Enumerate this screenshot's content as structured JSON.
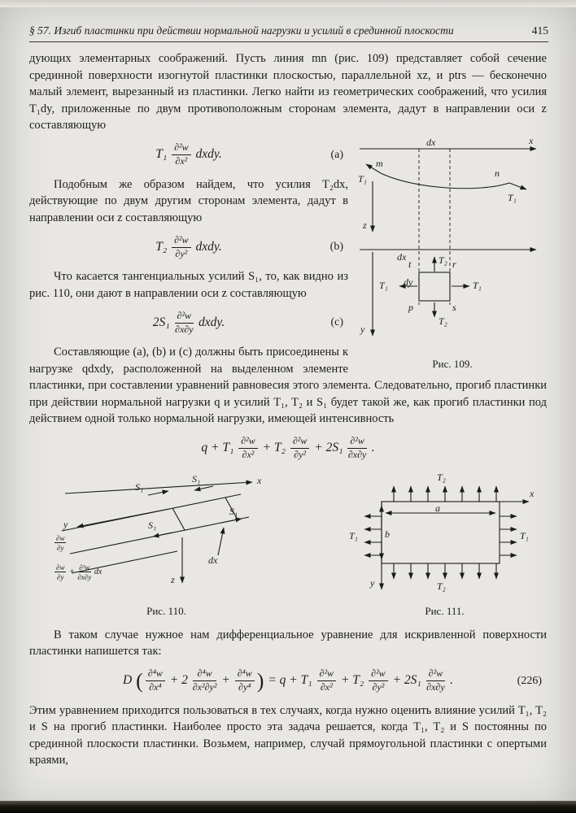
{
  "header": {
    "title": "§ 57. Изгиб пластинки при действии нормальной нагрузки и усилий в срединной плоскости",
    "page_number": "415"
  },
  "paragraphs": {
    "p1": "дующих элементарных соображений. Пусть линия mn (рис. 109) представляет собой сечение срединной поверхности изогнутой пластинки плоскостью, параллельной xz, и ptrs — бесконечно малый элемент, вырезанный из пластинки. Легко найти из геометрических соображений, что усилия T₁dy, приложенные по двум противоположным сторонам элемента, дадут в направлении оси z составляющую",
    "p2": "Подобным же образом найдем, что усилия T₂dx, действующие по двум другим сторонам элемента, дадут в направлении оси z составляющую",
    "p3": "Что касается тангенциальных усилий S₁, то, как видно из рис. 110, они дают в направлении оси z составляющую",
    "p4": "Составляющие (a), (b) и (c) должны быть присоединены к нагрузке qdxdy, расположенной на выделенном элементе пластинки, при составлении уравнений равновесия этого элемента. Следовательно, прогиб пластинки при действии нормальной нагрузки q и усилий T₁, T₂ и S₁ будет такой же, как прогиб пластинки под действием одной только нормальной нагрузки, имеющей интенсивность",
    "p5": "В таком случае нужное нам дифференциальное уравнение для искривленной поверхности пластинки напишется так:",
    "p6": "Этим уравнением приходится пользоваться в тех случаях, когда нужно оценить влияние усилий T₁, T₂ и S на прогиб пластинки. Наиболее просто эта задача решается, когда T₁, T₂ и S постоянны по срединной плоскости пластинки. Возьмем, например, случай прямоугольной пластинки с опертыми краями,"
  },
  "equations": {
    "a": {
      "tokens": [
        {
          "t": "T₁ "
        },
        {
          "f": [
            "∂²w",
            "∂x²"
          ]
        },
        {
          "t": " dxdy."
        }
      ],
      "tag": "(a)"
    },
    "b": {
      "tokens": [
        {
          "t": "T₂ "
        },
        {
          "f": [
            "∂²w",
            "∂y²"
          ]
        },
        {
          "t": " dxdy."
        }
      ],
      "tag": "(b)"
    },
    "c": {
      "tokens": [
        {
          "t": "2S₁ "
        },
        {
          "f": [
            "∂²w",
            "∂x∂y"
          ]
        },
        {
          "t": " dxdy."
        }
      ],
      "tag": "(c)"
    },
    "intensity": {
      "tokens": [
        {
          "t": "q + T₁ "
        },
        {
          "f": [
            "∂²w",
            "∂x²"
          ]
        },
        {
          "t": " + T₂ "
        },
        {
          "f": [
            "∂²w",
            "∂y²"
          ]
        },
        {
          "t": " + 2S₁ "
        },
        {
          "f": [
            "∂²w",
            "∂x∂y"
          ]
        },
        {
          "t": " ."
        }
      ]
    },
    "e226": {
      "tokens": [
        {
          "t": "D "
        },
        {
          "p": "("
        },
        {
          "f": [
            "∂⁴w",
            "∂x⁴"
          ]
        },
        {
          "t": " + 2 "
        },
        {
          "f": [
            "∂⁴w",
            "∂x²∂y²"
          ]
        },
        {
          "t": " + "
        },
        {
          "f": [
            "∂⁴w",
            "∂y⁴"
          ]
        },
        {
          "p": ")"
        },
        {
          "t": " = q + T₁ "
        },
        {
          "f": [
            "∂²w",
            "∂x²"
          ]
        },
        {
          "t": " + T₂ "
        },
        {
          "f": [
            "∂²w",
            "∂y²"
          ]
        },
        {
          "t": " + 2S₁ "
        },
        {
          "f": [
            "∂²w",
            "∂x∂y"
          ]
        },
        {
          "t": " ."
        }
      ],
      "tag": "(226)"
    }
  },
  "figures": {
    "fig109": {
      "caption": "Рис. 109.",
      "labels": {
        "dx_top": "dx",
        "x": "x",
        "m": "m",
        "n": "n",
        "t1_curve_left": "T₁",
        "t1_curve_right": "T₁",
        "z": "z",
        "dx_el": "dx",
        "dy": "dy",
        "t": "t",
        "r": "r",
        "p": "p",
        "s": "s",
        "t1_el_left": "T₁",
        "t1_el_right": "T₁",
        "t2_el_top": "T₂",
        "t2_el_bottom": "T₂",
        "y": "y"
      }
    },
    "fig110": {
      "caption": "Рис. 110.",
      "labels": {
        "x": "x",
        "y": "y",
        "z": "z",
        "s1_top": "S₁",
        "s1_upper": "S₁",
        "s1_right": "S₁",
        "s1_lower": "S₁",
        "dx": "dx"
      },
      "frac1": [
        {
          "f": [
            "∂w",
            "∂y"
          ]
        }
      ],
      "frac2": [
        {
          "f": [
            "∂w",
            "∂y"
          ]
        },
        {
          "t": " + "
        },
        {
          "f": [
            "∂²w",
            "∂x∂y"
          ]
        },
        {
          "t": " dx"
        }
      ]
    },
    "fig111": {
      "caption": "Рис. 111.",
      "labels": {
        "x": "x",
        "y": "y",
        "a": "a",
        "b": "b",
        "t1_left": "T₁",
        "t1_right": "T₁",
        "t2_top": "T₂",
        "t2_bottom": "T₂"
      }
    }
  }
}
